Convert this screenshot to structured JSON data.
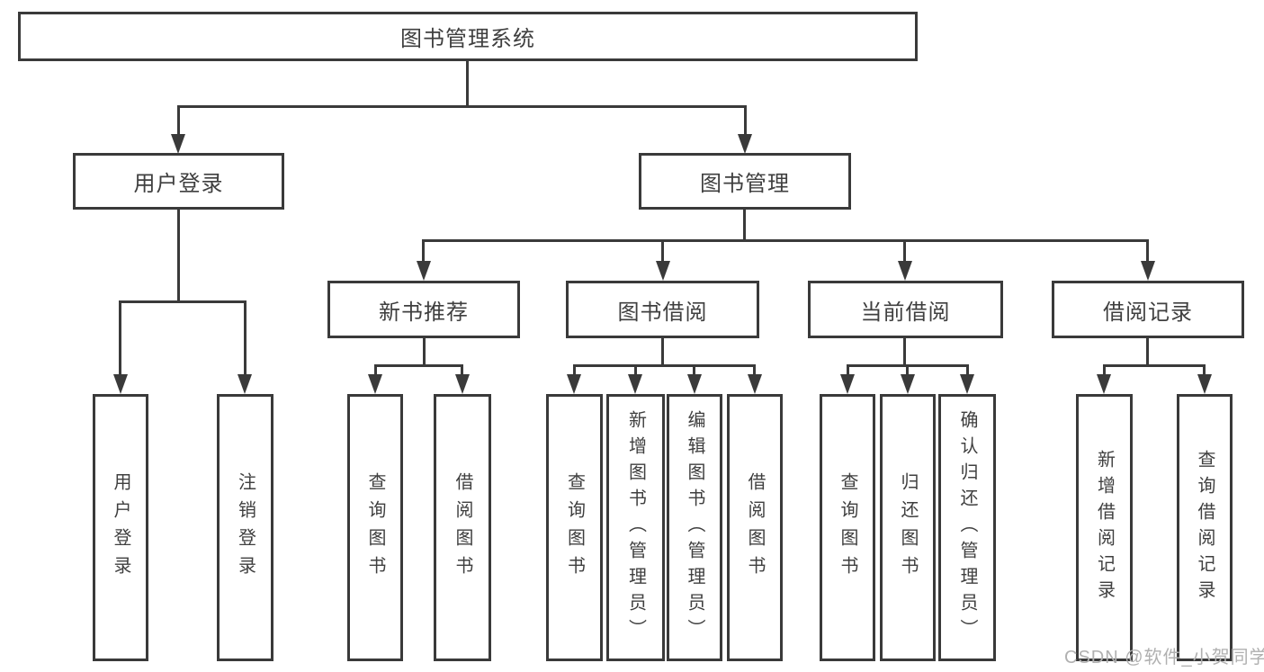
{
  "diagram_title": "图书管理系统",
  "colors": {
    "line": "#3a3a3a",
    "box_border": "#3a3a3a",
    "text": "#3f3f3f",
    "watermark": "#b0b0b0",
    "background": "#ffffff"
  },
  "root": {
    "label": "图书管理系统"
  },
  "login": {
    "label": "用户登录",
    "children": [
      {
        "label": "用户登录"
      },
      {
        "label": "注销登录"
      }
    ]
  },
  "mgmt": {
    "label": "图书管理",
    "groups": [
      {
        "label": "新书推荐",
        "children": [
          {
            "label": "查询图书"
          },
          {
            "label": "借阅图书"
          }
        ]
      },
      {
        "label": "图书借阅",
        "children": [
          {
            "label": "查询图书"
          },
          {
            "label": "新增图书（管理员）"
          },
          {
            "label": "编辑图书（管理员）"
          },
          {
            "label": "借阅图书"
          }
        ]
      },
      {
        "label": "当前借阅",
        "children": [
          {
            "label": "查询图书"
          },
          {
            "label": "归还图书"
          },
          {
            "label": "确认归还（管理员）"
          }
        ]
      },
      {
        "label": "借阅记录",
        "children": [
          {
            "label": "新增借阅记录"
          },
          {
            "label": "查询借阅记录"
          }
        ]
      }
    ]
  },
  "watermark": {
    "text": "CSDN @软件_小贺同学"
  }
}
